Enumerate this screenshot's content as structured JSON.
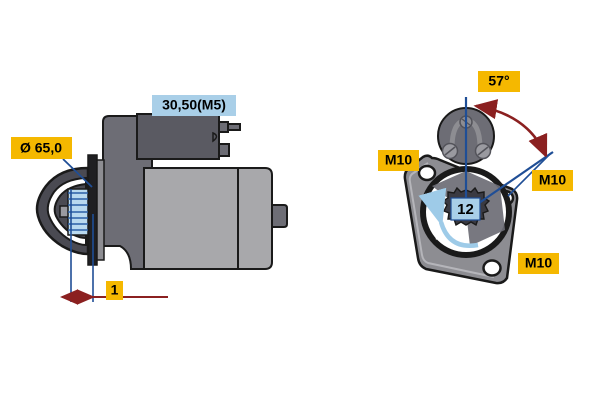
{
  "figure": {
    "title": "Bosch starter motor dimensional drawing",
    "background_color": "#ffffff"
  },
  "colors": {
    "label_yellow": "#f5b800",
    "label_blue": "#a9cfe8",
    "leader_blue": "#1f4e96",
    "dimension_red": "#8b2020",
    "housing_dark": "#4a4a52",
    "housing_mid": "#6d6d75",
    "housing_light": "#a8a8ab",
    "gear_blue": "#b9d9ef",
    "outline": "#1a1a1a",
    "rotation_arrow": "#9ecbe8"
  },
  "left_view": {
    "name": "side-elevation-view",
    "labels": {
      "diameter": {
        "text": "Ø 65,0",
        "style": "yellow"
      },
      "terminal": {
        "text": "30,50(M5)",
        "style": "blue"
      },
      "offset": {
        "text": "1",
        "style": "yellow"
      }
    }
  },
  "right_view": {
    "name": "drive-end-face-view",
    "labels": {
      "angle": {
        "text": "57°",
        "style": "yellow"
      },
      "teeth": {
        "text": "12",
        "style": "blue"
      },
      "bolt_top_left": {
        "text": "M10",
        "style": "yellow"
      },
      "bolt_right": {
        "text": "M10",
        "style": "yellow"
      },
      "bolt_bottom": {
        "text": "M10",
        "style": "yellow"
      }
    }
  }
}
